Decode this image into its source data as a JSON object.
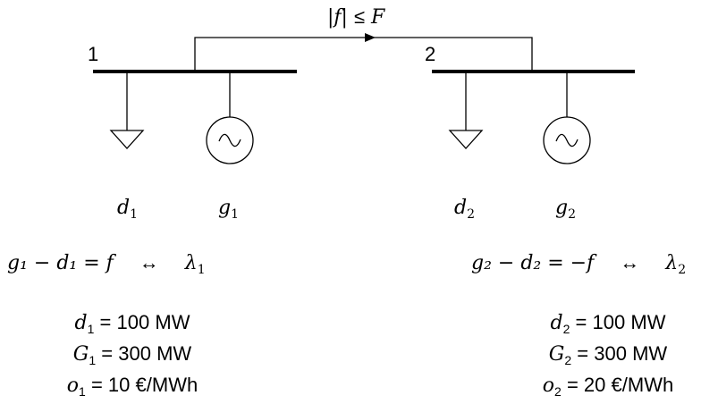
{
  "flow_limit": {
    "lhs": "|f|",
    "op": "≤",
    "rhs": "F"
  },
  "buses": [
    {
      "number": "1",
      "demand_label": {
        "sym": "d",
        "sub": "1"
      },
      "gen_label": {
        "sym": "g",
        "sub": "1"
      },
      "balance": {
        "text": "g₁ − d₁ = f",
        "arrow": "↔",
        "dual": {
          "sym": "λ",
          "sub": "1"
        }
      },
      "params": [
        {
          "sym": "d",
          "sub": "1",
          "eq": "=",
          "value": "100",
          "unit": "MW"
        },
        {
          "sym": "G",
          "sub": "1",
          "eq": "=",
          "value": "300",
          "unit": "MW"
        },
        {
          "sym": "o",
          "sub": "1",
          "eq": "=",
          "value": "10",
          "unit": "€/MWh"
        }
      ]
    },
    {
      "number": "2",
      "demand_label": {
        "sym": "d",
        "sub": "2"
      },
      "gen_label": {
        "sym": "g",
        "sub": "2"
      },
      "balance": {
        "text": "g₂ − d₂ = −f",
        "arrow": "↔",
        "dual": {
          "sym": "λ",
          "sub": "2"
        }
      },
      "params": [
        {
          "sym": "d",
          "sub": "2",
          "eq": "=",
          "value": "100",
          "unit": "MW"
        },
        {
          "sym": "G",
          "sub": "2",
          "eq": "=",
          "value": "300",
          "unit": "MW"
        },
        {
          "sym": "o",
          "sub": "2",
          "eq": "=",
          "value": "20",
          "unit": "€/MWh"
        }
      ]
    }
  ]
}
